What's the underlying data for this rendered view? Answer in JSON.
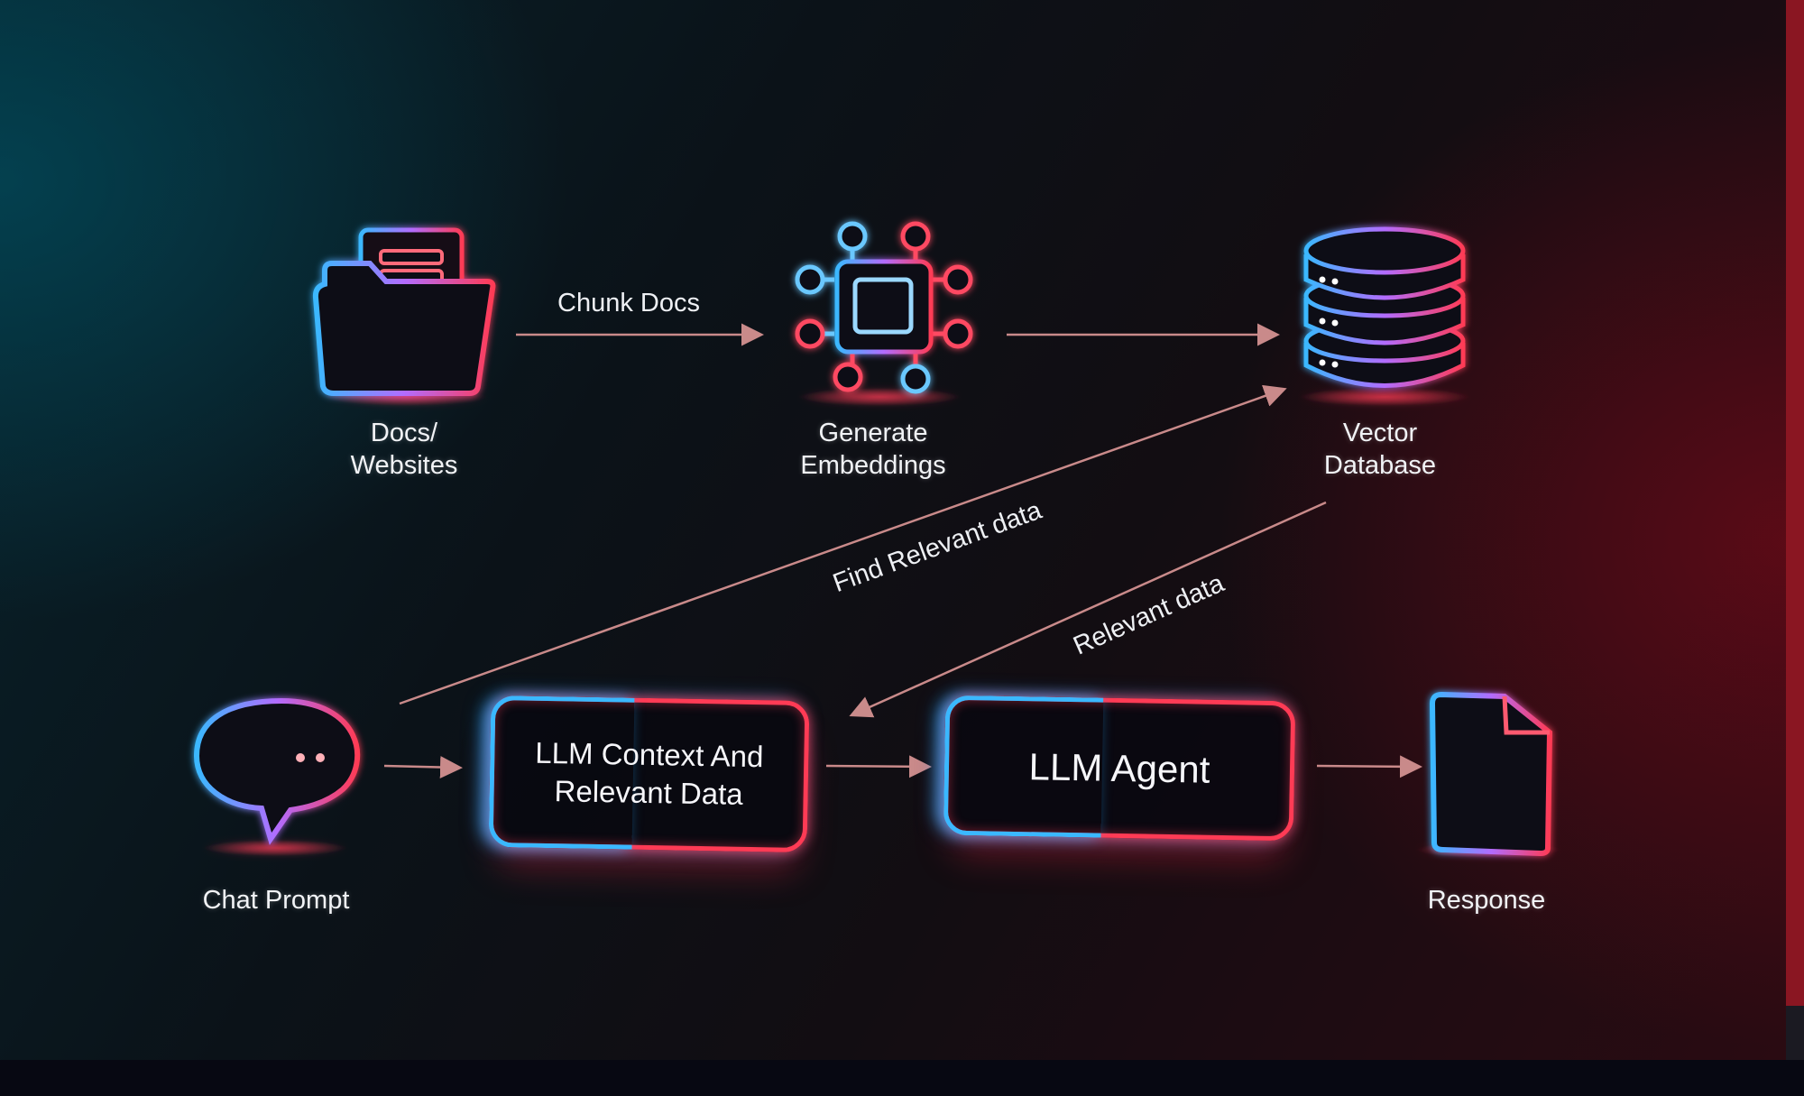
{
  "nodes": {
    "docs": {
      "label": "Docs/\nWebsites"
    },
    "embeddings": {
      "label": "Generate\nEmbeddings"
    },
    "vector_db": {
      "label": "Vector\nDatabase"
    },
    "chat_prompt": {
      "label": "Chat Prompt"
    },
    "llm_context": {
      "label": "LLM Context And\nRelevant Data"
    },
    "llm_agent": {
      "label": "LLM Agent"
    },
    "response": {
      "label": "Response"
    }
  },
  "edges": {
    "chunk_docs": "Chunk Docs",
    "find_relevant": "Find Relevant data",
    "relevant_data": "Relevant data"
  },
  "colors": {
    "neon_red": "#ff3b55",
    "neon_blue": "#3ab8ff",
    "arrow": "#c98a8a",
    "text": "#f1f3f6"
  }
}
